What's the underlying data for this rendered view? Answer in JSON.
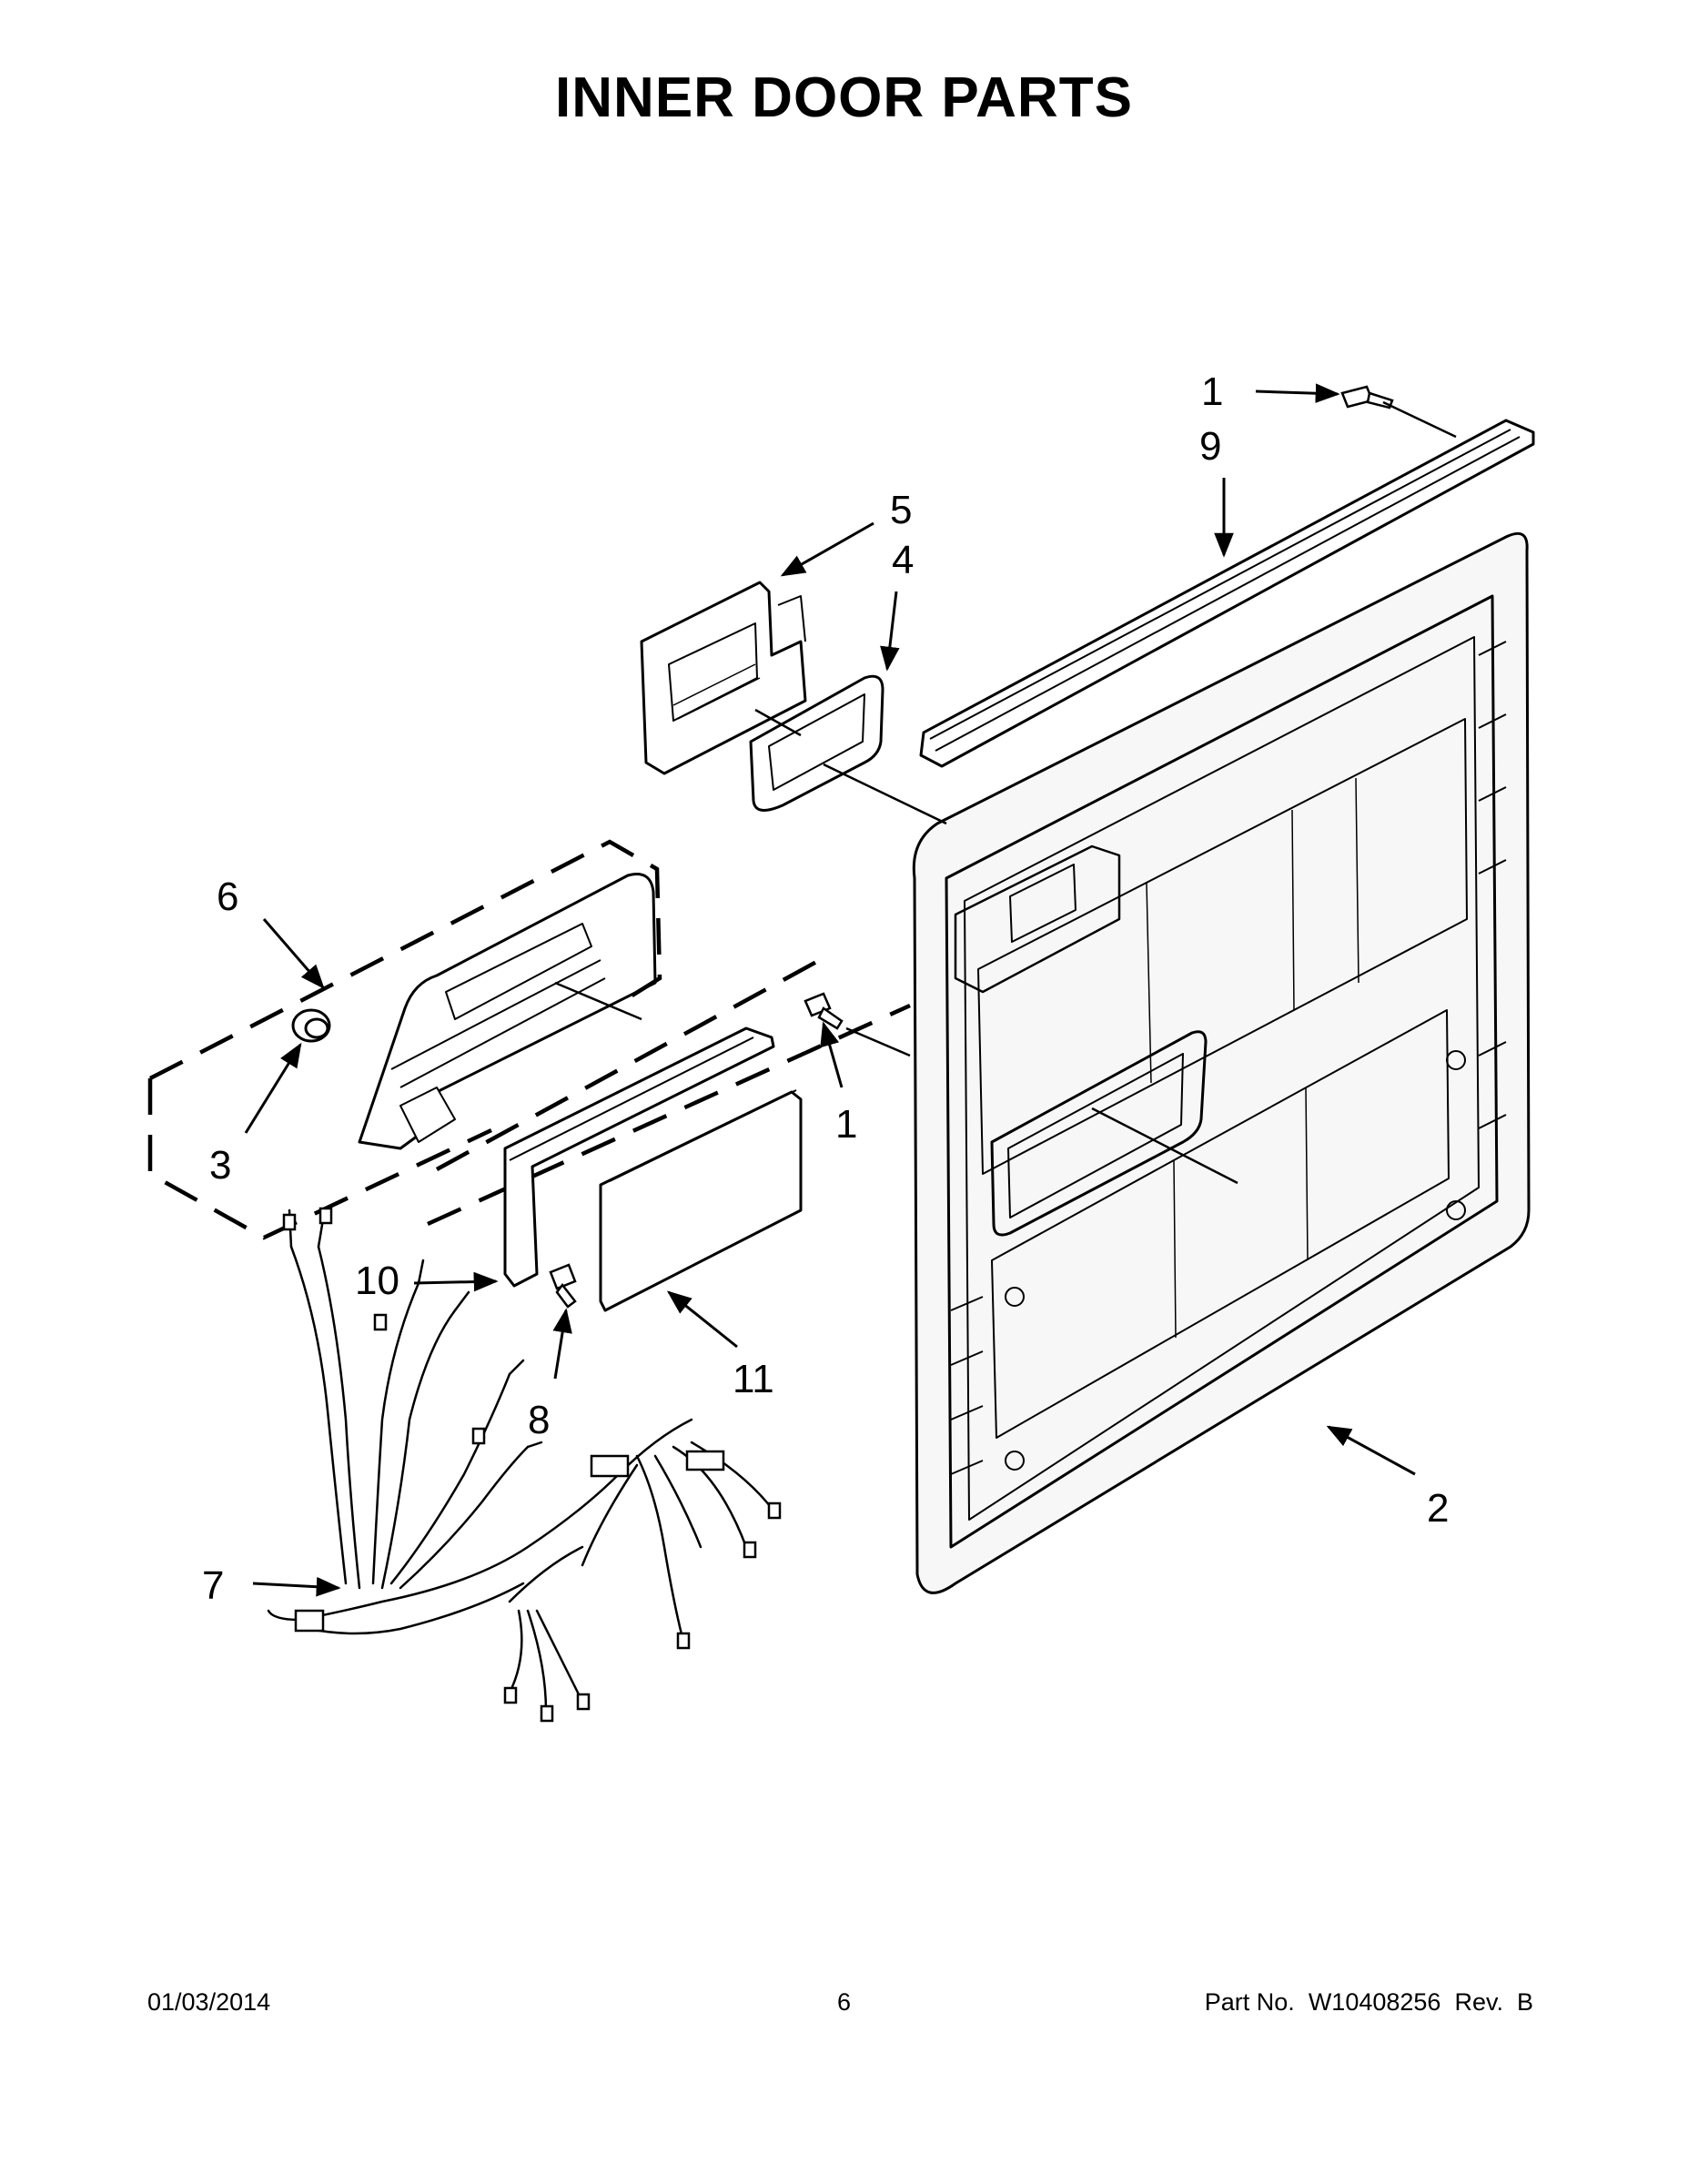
{
  "title": "INNER DOOR PARTS",
  "callouts": {
    "c1_top": "1",
    "c9": "9",
    "c5": "5",
    "c4": "4",
    "c6": "6",
    "c3": "3",
    "c1_mid": "1",
    "c10": "10",
    "c11": "11",
    "c8": "8",
    "c7": "7",
    "c2": "2"
  },
  "footer": {
    "date": "01/03/2014",
    "page": "6",
    "part_label": "Part No.",
    "part_number": "W10408256",
    "rev_label": "Rev.",
    "rev": "B"
  }
}
